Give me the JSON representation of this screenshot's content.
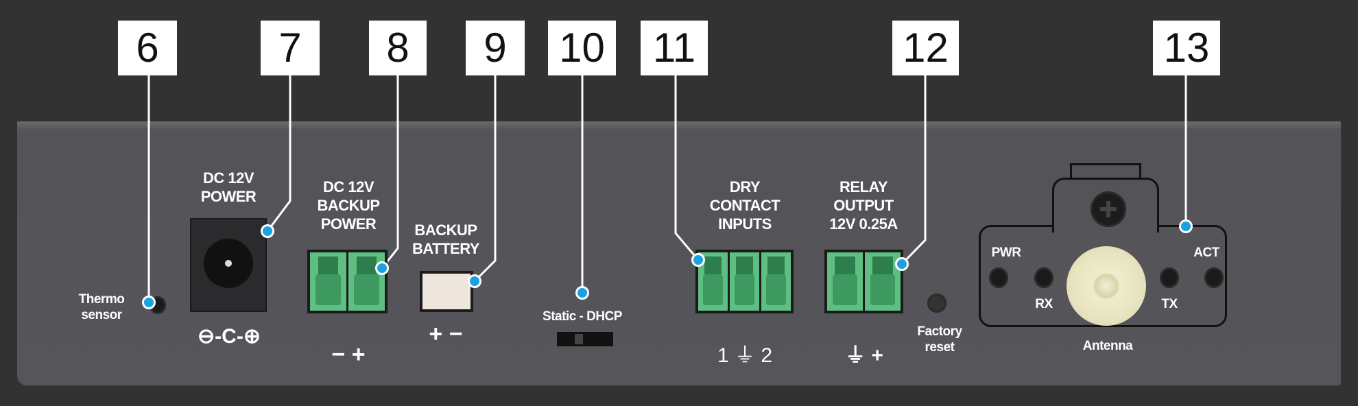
{
  "callouts": [
    "6",
    "7",
    "8",
    "9",
    "10",
    "11",
    "12",
    "13"
  ],
  "labels": {
    "thermo": "Thermo\nsensor",
    "dc_power": "DC 12V\nPOWER",
    "dc_backup": "DC 12V\nBACKUP\nPOWER",
    "backup_battery": "BACKUP\nBATTERY",
    "static_dhcp": "Static - DHCP",
    "dry_contact": "DRY\nCONTACT\nINPUTS",
    "relay_output": "RELAY\nOUTPUT\n12V 0.25A",
    "factory_reset": "Factory\nreset",
    "pwr": "PWR",
    "rx": "RX",
    "tx": "TX",
    "act": "ACT",
    "antenna": "Antenna"
  },
  "symbols": {
    "dc_polarity": "⊖-C-⊕",
    "backup_power_pins": "− +",
    "battery_pins": "+ −",
    "dry_contact_pins": "1 ⏚ 2",
    "relay_pins": "⏚ +"
  },
  "colors": {
    "accent_dot": "#1ba0e0",
    "terminal_green": "#5fbf82",
    "background": "#323232",
    "panel": "#55555a"
  }
}
